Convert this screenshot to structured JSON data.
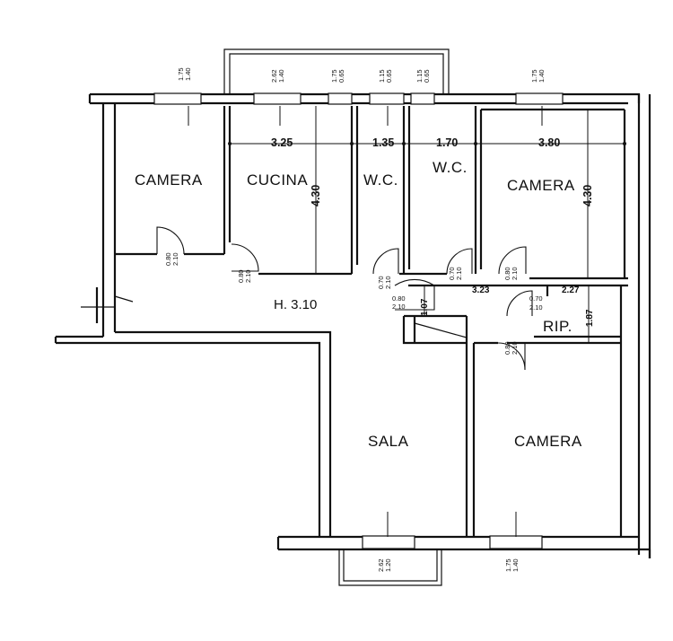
{
  "rooms": {
    "camera_nw": "CAMERA",
    "cucina": "CUCINA",
    "wc_1": "W.C.",
    "wc_2": "W.C.",
    "camera_ne": "CAMERA",
    "sala": "SALA",
    "camera_se": "CAMERA",
    "rip": "RIP."
  },
  "height_label": "H. 3.10",
  "dimensions": {
    "cucina_width": "3.25",
    "wc1_width": "1.35",
    "wc2_width": "1.70",
    "camera_ne_width": "3.80",
    "cucina_depth": "4.30",
    "camera_ne_depth": "4.30",
    "corridor_right": "3.23",
    "rip_width": "2.27",
    "rip_depth": "1.87",
    "corridor_short": "1.07"
  },
  "window_labels": {
    "w1": [
      "1.75",
      "1.40"
    ],
    "w2": [
      "2.62",
      "1.40"
    ],
    "w3": [
      "1.75",
      "0.65"
    ],
    "w4": [
      "1.15",
      "0.65"
    ],
    "w5": [
      "1.15",
      "0.65"
    ],
    "w6": [
      "1.75",
      "1.40"
    ],
    "w7": [
      "2.62",
      "1.20"
    ],
    "w8": [
      "1.75",
      "1.40"
    ]
  },
  "door_labels": {
    "d1": [
      "0.80",
      "2.10"
    ],
    "d2": [
      "0.80",
      "2.10"
    ],
    "d3": [
      "0.70",
      "2.10"
    ],
    "d4": [
      "0.70",
      "2.10"
    ],
    "d5": [
      "0.80",
      "2.10"
    ],
    "d6": [
      "0.80",
      "2.10"
    ],
    "d7": [
      "0.70",
      "2.10"
    ],
    "d8": [
      "0.80",
      "2.10"
    ]
  }
}
